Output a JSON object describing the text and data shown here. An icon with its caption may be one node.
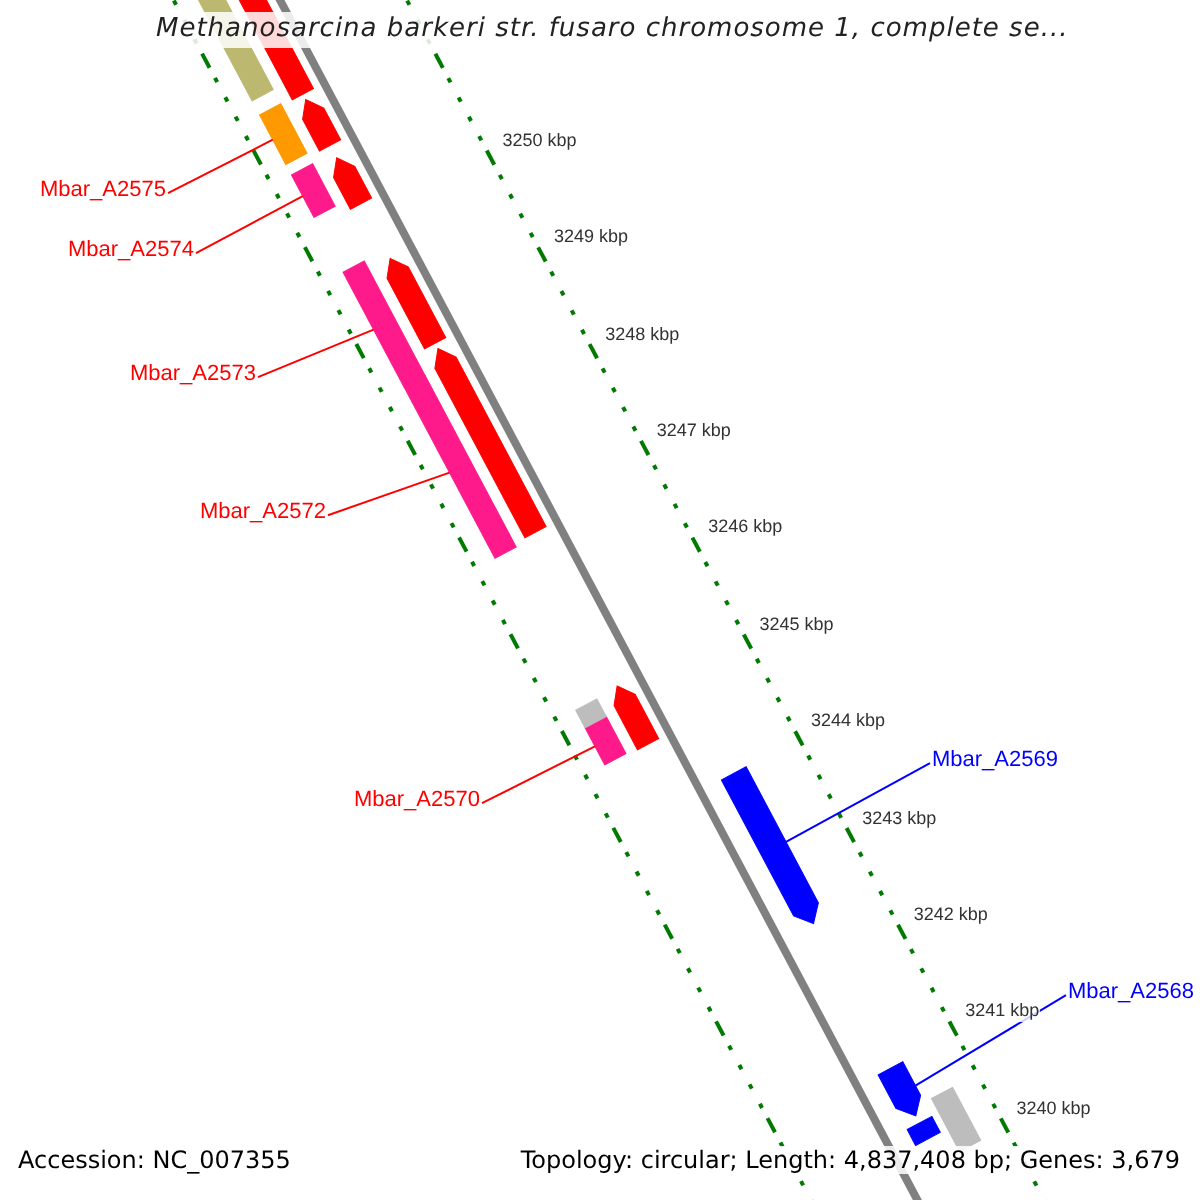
{
  "diagram": {
    "title": "Methanosarcina barkeri str. fusaro chromosome 1, complete se...",
    "nodes": [
      {
        "text": [
          "Mbar_A2575"
        ]
      },
      {
        "text": [],
        "shape": "bar"
      },
      {
        "text": [
          "Mbar_A2574"
        ]
      },
      {
        "text": [],
        "shape": "bar"
      },
      {
        "text": [
          "Mbar_A2573"
        ]
      },
      {
        "text": [],
        "shape": "bar"
      },
      {
        "text": [
          "Mbar_A2572"
        ]
      },
      {
        "text": [],
        "shape": "bar"
      },
      {
        "text": [
          "Mbar_A2570"
        ]
      },
      {
        "text": [],
        "shape": "bar"
      },
      {
        "text": [
          "Mbar_A2569"
        ]
      },
      {
        "text": [],
        "shape": "arrow"
      },
      {
        "text": [
          "Mbar_A2568"
        ]
      },
      {
        "text": [],
        "shape": "arrow"
      },
      {
        "text": [],
        "shape": "bar"
      },
      {
        "text": [],
        "shape": "bar"
      },
      {
        "text": [],
        "shape": "arrow"
      },
      {
        "text": [],
        "shape": "arrow"
      },
      {
        "text": [],
        "shape": "arrow"
      },
      {
        "text": [],
        "shape": "arrow"
      },
      {
        "text": [],
        "shape": "arrow"
      },
      {
        "text": [],
        "shape": "bar"
      },
      {
        "text": [],
        "shape": "bar"
      },
      {
        "text": [],
        "shape": "bar"
      }
    ],
    "edges": [
      {
        "from": 0,
        "to": 1,
        "arrow": "none"
      },
      {
        "from": 2,
        "to": 3,
        "arrow": "none"
      },
      {
        "from": 4,
        "to": 5,
        "arrow": "none"
      },
      {
        "from": 6,
        "to": 7,
        "arrow": "none"
      },
      {
        "from": 8,
        "to": 9,
        "arrow": "none"
      },
      {
        "from": 10,
        "to": 11,
        "arrow": "none",
        "color": "#0000ff"
      },
      {
        "from": 12,
        "to": 13,
        "arrow": "none",
        "color": "#0000ff"
      }
    ],
    "labels": [
      "3250 kbp",
      "3249 kbp",
      "3248 kbp",
      "3247 kbp",
      "3246 kbp",
      "3245 kbp",
      "3244 kbp",
      "3243 kbp",
      "3242 kbp",
      "3241 kbp",
      "3240 kbp",
      "Accession: NC_007355",
      "Topology: circular; Length: 4,837,408 bp; Genes: 3,679"
    ]
  }
}
